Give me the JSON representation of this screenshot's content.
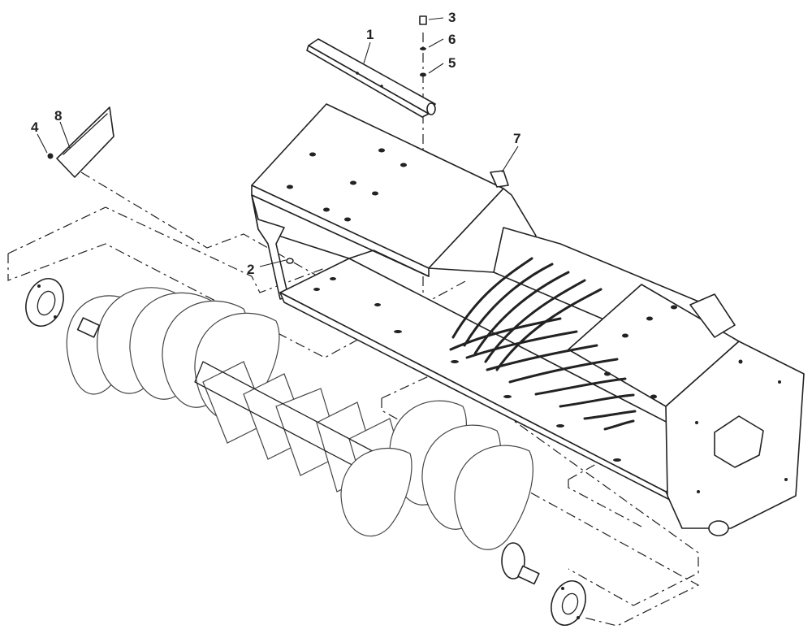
{
  "callouts": [
    {
      "id": "1",
      "label": "1"
    },
    {
      "id": "2",
      "label": "2"
    },
    {
      "id": "3",
      "label": "3"
    },
    {
      "id": "4",
      "label": "4"
    },
    {
      "id": "5",
      "label": "5"
    },
    {
      "id": "6",
      "label": "6"
    },
    {
      "id": "7",
      "label": "7"
    },
    {
      "id": "8",
      "label": "8"
    }
  ],
  "colors": {
    "ink": "#222222",
    "paper": "#ffffff"
  }
}
